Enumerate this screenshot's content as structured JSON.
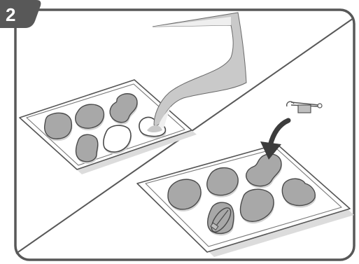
{
  "step_number": "2",
  "colors": {
    "frame": "#585858",
    "badge": "#585858",
    "badge_text": "#ffffff",
    "tray_fill": "#ffffff",
    "tray_outline": "#555555",
    "tray_shadow": "#dcdcdc",
    "blob_fill": "#a8a8a8",
    "blob_outline": "#4a4a4a",
    "blob_shadow": "#d2d2d2",
    "empty_cavity_fill": "#ffffff",
    "pour_stream": "#c9c9c9",
    "pour_highlight": "#efefef",
    "arrow": "#3c3c3c",
    "pin_metal": "#bfbfbf"
  },
  "icons": [
    "step-badge",
    "mold-tray",
    "pour-stream",
    "down-arrow-icon",
    "safety-pin-icon"
  ]
}
